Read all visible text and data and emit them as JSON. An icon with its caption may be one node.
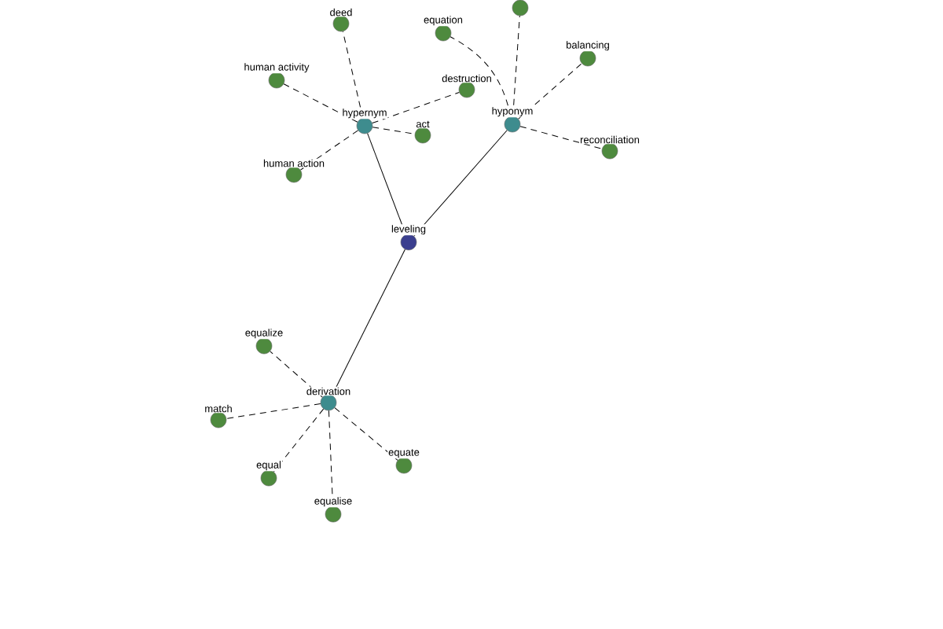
{
  "diagram": {
    "nodes": [
      {
        "text": [
          "leveling"
        ]
      },
      {
        "text": [
          "hypernym"
        ]
      },
      {
        "text": [
          "hyponym"
        ]
      },
      {
        "text": [
          "derivation"
        ]
      },
      {
        "text": [
          "deed"
        ]
      },
      {
        "text": [
          "human activity"
        ]
      },
      {
        "text": [
          "human action"
        ]
      },
      {
        "text": [
          "act"
        ]
      },
      {
        "text": [
          "destruction"
        ]
      },
      {
        "text": [
          "equation"
        ]
      },
      {
        "text": [],
        "shape": "circle"
      },
      {
        "text": [
          "balancing"
        ]
      },
      {
        "text": [
          "reconciliation"
        ]
      },
      {
        "text": [
          "equalize"
        ]
      },
      {
        "text": [
          "match"
        ]
      },
      {
        "text": [
          "equal"
        ]
      },
      {
        "text": [
          "equalise"
        ]
      },
      {
        "text": [
          "equate"
        ]
      }
    ],
    "edges": [
      {
        "from": 0,
        "to": 1,
        "arrow": "none"
      },
      {
        "from": 0,
        "to": 2,
        "arrow": "none"
      },
      {
        "from": 0,
        "to": 3,
        "arrow": "none"
      },
      {
        "from": 1,
        "to": 4,
        "arrow": "none",
        "style": "dashed"
      },
      {
        "from": 1,
        "to": 5,
        "arrow": "none",
        "style": "dashed"
      },
      {
        "from": 1,
        "to": 6,
        "arrow": "none",
        "style": "dashed"
      },
      {
        "from": 1,
        "to": 7,
        "arrow": "none",
        "style": "dashed"
      },
      {
        "from": 1,
        "to": 8,
        "arrow": "none",
        "style": "dashed"
      },
      {
        "from": 2,
        "to": 9,
        "arrow": "none",
        "style": "dashed"
      },
      {
        "from": 2,
        "to": 10,
        "arrow": "none",
        "style": "dashed"
      },
      {
        "from": 2,
        "to": 11,
        "arrow": "none",
        "style": "dashed"
      },
      {
        "from": 2,
        "to": 12,
        "arrow": "none",
        "style": "dashed"
      },
      {
        "from": 3,
        "to": 13,
        "arrow": "none",
        "style": "dashed"
      },
      {
        "from": 3,
        "to": 14,
        "arrow": "none",
        "style": "dashed"
      },
      {
        "from": 3,
        "to": 15,
        "arrow": "none",
        "style": "dashed"
      },
      {
        "from": 3,
        "to": 16,
        "arrow": "none",
        "style": "dashed"
      },
      {
        "from": 3,
        "to": 17,
        "arrow": "none",
        "style": "dashed"
      }
    ]
  }
}
